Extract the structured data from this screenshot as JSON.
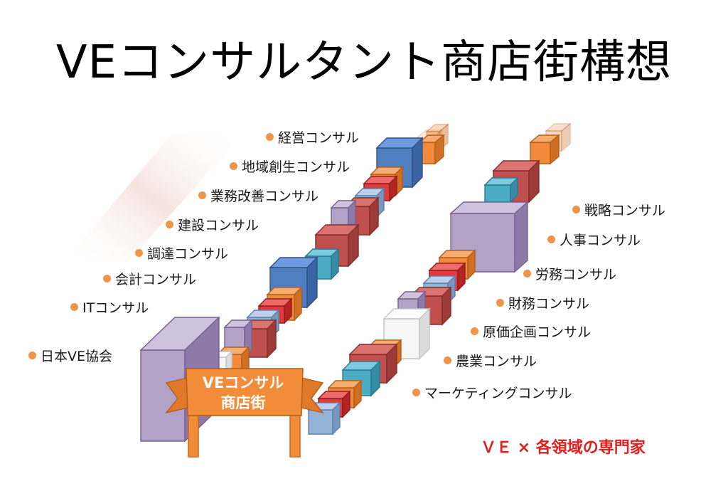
{
  "title": "VEコンサルタント商店街構想",
  "tagline": "ＶＥ × 各領域の専門家",
  "banner": {
    "line1": "VEコンサル",
    "line2": "商店街"
  },
  "left_labels": [
    "経営コンサル",
    "地域創生コンサル",
    "業務改善コンサル",
    "建設コンサル",
    "調達コンサル",
    "会計コンサル",
    "ITコンサル",
    "日本VE協会"
  ],
  "right_labels": [
    "戦略コンサル",
    "人事コンサル",
    "労務コンサル",
    "財務コンサル",
    "原価企画コンサル",
    "農業コンサル",
    "マーケティングコンサル"
  ],
  "colors": {
    "accent": "#f0944a",
    "tagline": "#e0201e",
    "banner": "#f28c38"
  }
}
